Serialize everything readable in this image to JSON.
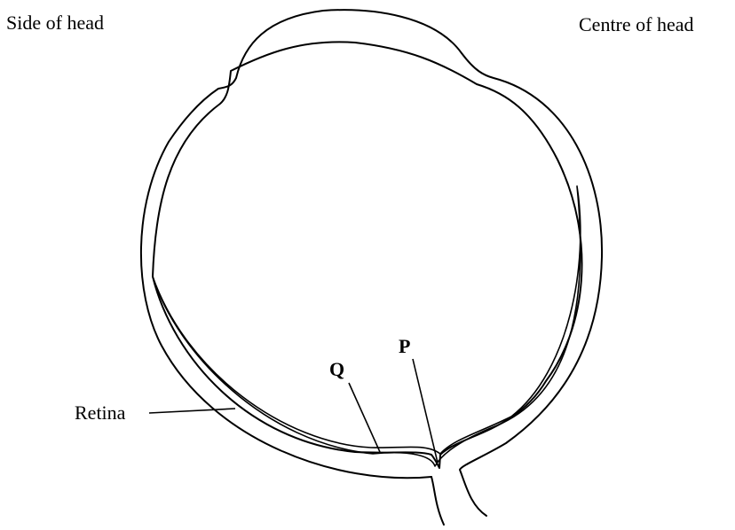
{
  "labels": {
    "side_of_head": "Side of head",
    "centre_of_head": "Centre of head",
    "retina": "Retina",
    "q": "Q",
    "p": "P"
  },
  "colors": {
    "retina_fill": "#d4d4d4",
    "line": "#000000",
    "background": "#ffffff"
  }
}
